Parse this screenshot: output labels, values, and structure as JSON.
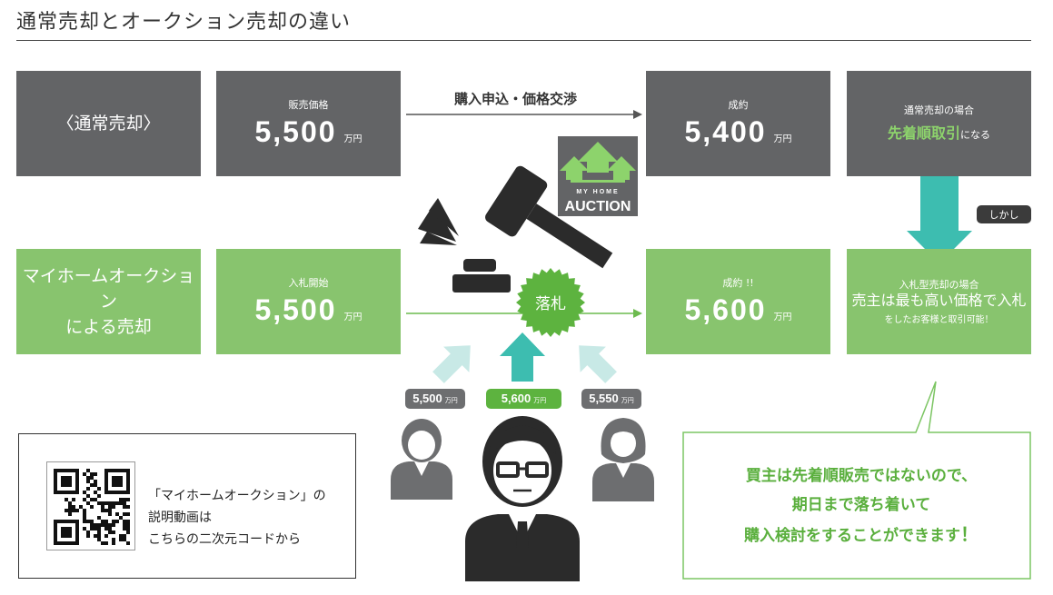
{
  "title": "通常売却とオークション売却の違い",
  "normal": {
    "label": "〈通常売却〉",
    "sale_label": "販売価格",
    "sale_price": "5,500",
    "unit": "万円",
    "arrow_text": "購入申込・価格交渉",
    "deal_label": "成約",
    "deal_price": "5,400",
    "case_label": "通常売却の場合",
    "case_highlight": "先着順取引",
    "case_suffix": "になる"
  },
  "shikashi": "しかし",
  "auction": {
    "label_line1": "マイホームオークション",
    "label_line2": "による売却",
    "start_label": "入札開始",
    "start_price": "5,500",
    "unit": "万円",
    "hammer_badge": "落札",
    "deal_label": "成約 !!",
    "deal_price": "5,600",
    "case_label": "入札型売却の場合",
    "case_main": "売主は最も高い価格で入札",
    "case_sub": "をしたお客様と取引可能！"
  },
  "logo": {
    "line1": "MY HOME",
    "line2": "AUCTION"
  },
  "bids": [
    {
      "price": "5,500",
      "unit": "万円"
    },
    {
      "price": "5,600",
      "unit": "万円"
    },
    {
      "price": "5,550",
      "unit": "万円"
    }
  ],
  "qr": {
    "line1": "「マイホームオークション」の",
    "line2": "説明動画は",
    "line3": "こちらの二次元コードから"
  },
  "note": {
    "line1": "買主は先着順販売ではないので、",
    "line2": "期日まで落ち着いて",
    "line3": "購入検討をすることができます",
    "excl": "！"
  },
  "colors": {
    "gray_box": "#636466",
    "green_box": "#88c46e",
    "teal_arrow": "#3dbdb0",
    "light_teal": "#c8e9e6",
    "accent_green": "#5db33f",
    "dark": "#3b3b3b"
  }
}
